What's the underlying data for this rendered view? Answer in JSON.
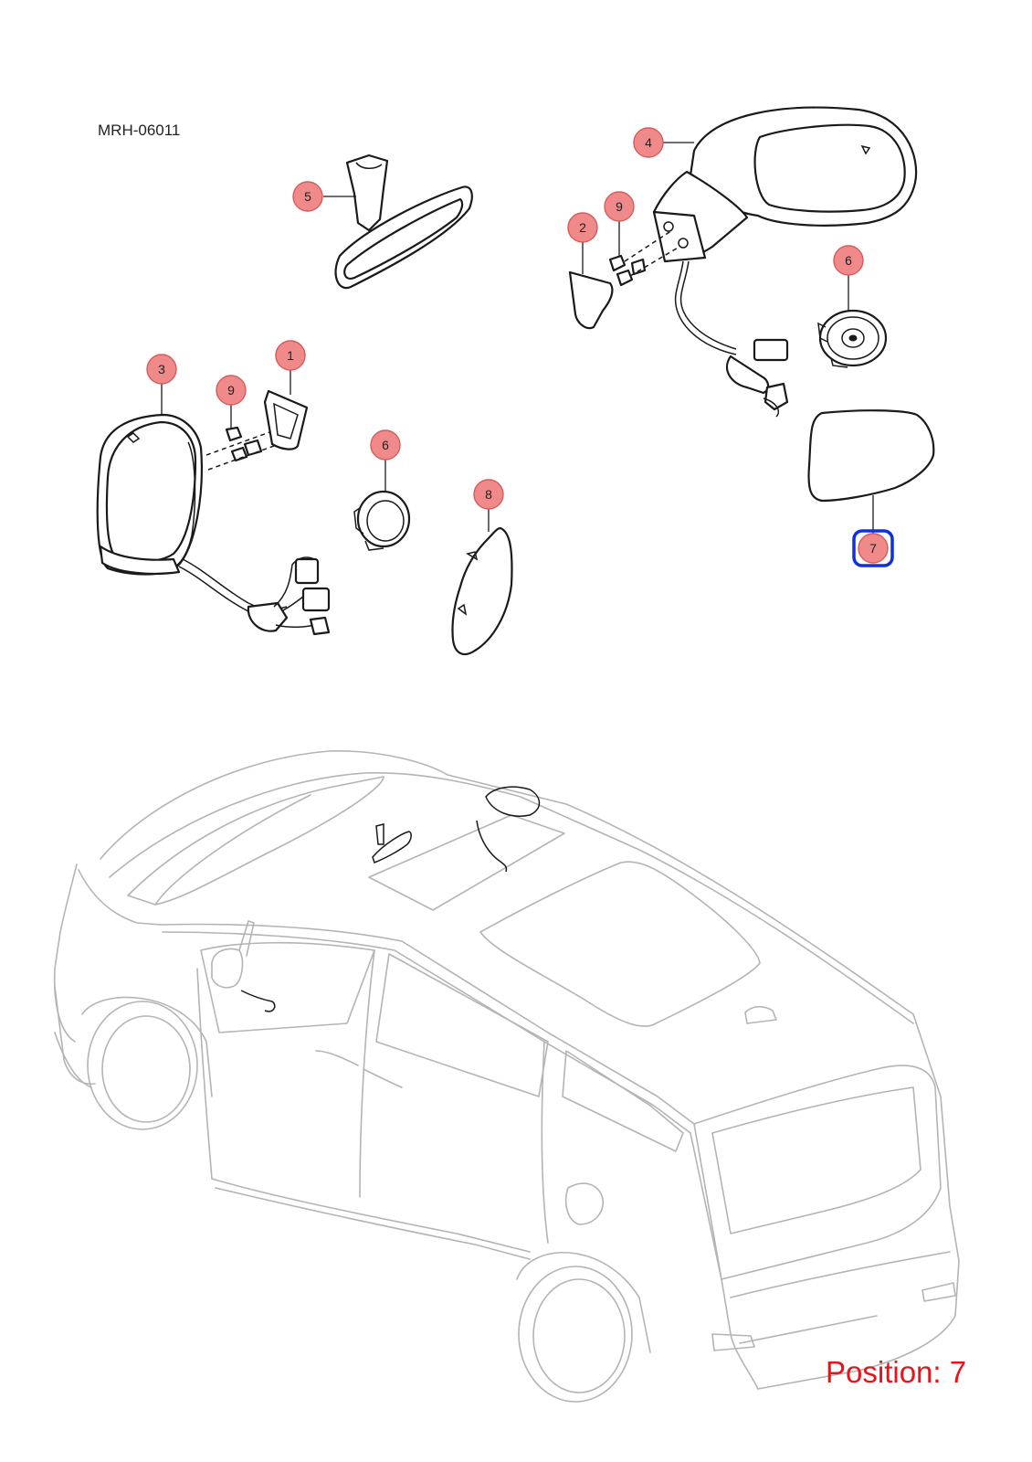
{
  "document_code": "MRH-06011",
  "position_label": "Position: 7",
  "highlighted_callout": "7",
  "colors": {
    "callout_fill": "#f08a8a",
    "highlight": "#1030e0",
    "position_text": "#e8141b",
    "vehicle_outline": "#b4b4b4"
  },
  "callouts": [
    {
      "id": "callout-1",
      "label": "1"
    },
    {
      "id": "callout-2",
      "label": "2"
    },
    {
      "id": "callout-3",
      "label": "3"
    },
    {
      "id": "callout-4",
      "label": "4"
    },
    {
      "id": "callout-5",
      "label": "5"
    },
    {
      "id": "callout-6a",
      "label": "6"
    },
    {
      "id": "callout-6b",
      "label": "6"
    },
    {
      "id": "callout-7",
      "label": "7"
    },
    {
      "id": "callout-8",
      "label": "8"
    },
    {
      "id": "callout-9a",
      "label": "9"
    },
    {
      "id": "callout-9b",
      "label": "9"
    }
  ]
}
